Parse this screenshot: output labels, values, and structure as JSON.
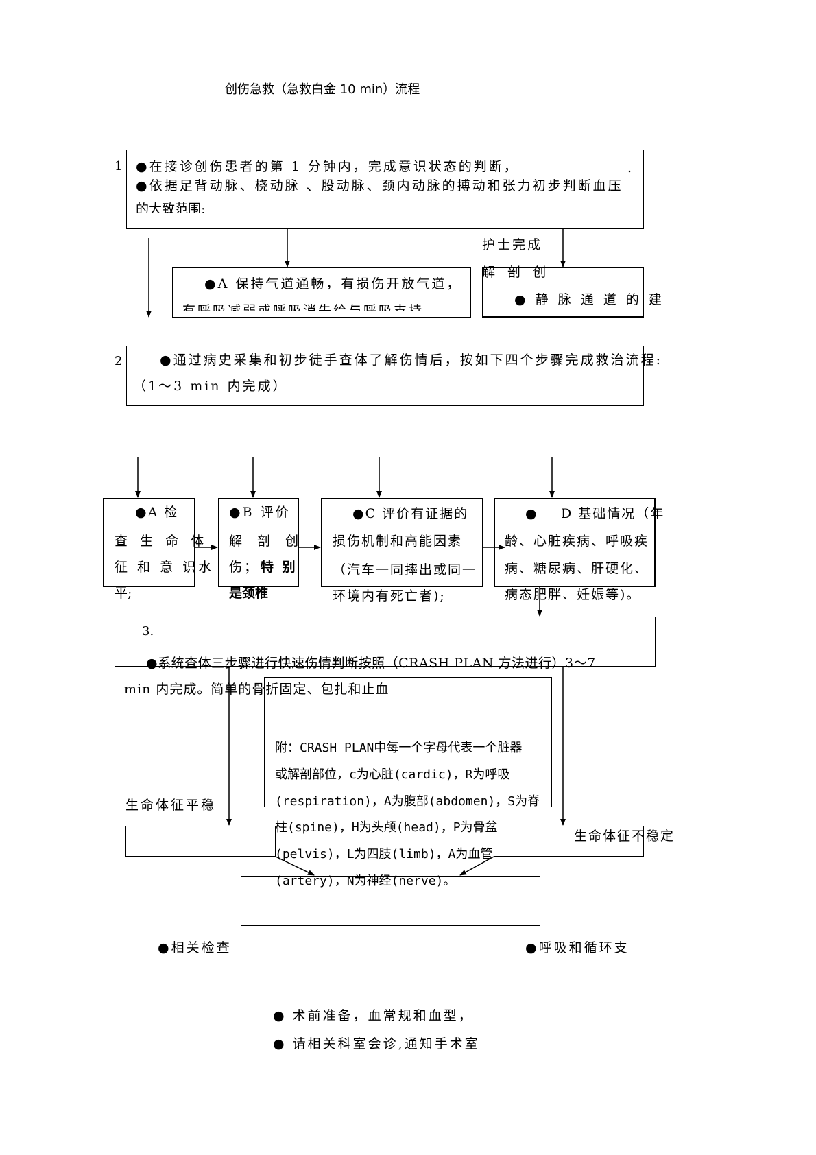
{
  "title": "创伤急救（急救白金 10 min）流程",
  "step1": {
    "number": "1",
    "line1": "●在接诊创伤患者的第  1 分钟内，完成意识状态的判断，",
    "line2": "●依据足背动脉、桡动脉 、股动脉、颈内动脉的搏动和张力初步判断血压",
    "line3": "的大致范围;",
    "dot": "."
  },
  "airway": {
    "line1": "●A 保持气道通畅，有损伤开放气道，",
    "line2": "有呼吸减弱或呼吸消失给与呼吸支持"
  },
  "nurse": {
    "line1": "护士完成",
    "line2": "解 剖 创",
    "line3": "● 静 脉 通 道 的 建"
  },
  "step2": {
    "number": "2",
    "line1": "●通过病史采集和初步徒手查体了解伤情后，按如下四个步骤完成救治流程:",
    "line2": "（1～3 min 内完成）"
  },
  "steps": {
    "a": {
      "l1": "●A   检",
      "l2": "查 生 命 体",
      "l3": "征 和 意 识水",
      "l4": "平;"
    },
    "b": {
      "l1": "●B 评价",
      "l2": "解  剖  创",
      "l3": "伤；",
      "l3b": "特 别",
      "l4": "是颈椎"
    },
    "c": {
      "l1": "●C 评价有证据的",
      "l2": "损伤机制和高能因素",
      "l3": "（汽车一同摔出或同一",
      "l4": "环境内有死亡者);"
    },
    "d": {
      "l1": "●",
      "l1b": "D 基础情况（年",
      "l2": "龄、心脏疾病、呼吸疾",
      "l3": "病、糖尿病、肝硬化、",
      "l4": "病态肥胖、妊娠等)。"
    }
  },
  "step3": {
    "number": "3.",
    "line1": "●系统查体三步骤进行快速伤情判断按照（CRASH PLAN 方法进行）3～7",
    "line2": "min 内完成。简单的骨折固定、包扎和止血"
  },
  "note": {
    "l1": "附：CRASH PLAN中每一个字母代表一个脏器",
    "l2": "或解剖部位，c为心脏(cardic)，R为呼吸",
    "l3": "(respiration)，A为腹部(abdomen)，S为脊",
    "l4": "柱(spine)，H为头颅(head)，P为骨盆",
    "l5": "(pelvis)，L为四肢(limb)，A为血管",
    "l6": "(artery)，N为神经(nerve)。"
  },
  "stable": "生命体征平稳",
  "unstable": "生命体征不稳定",
  "checks": "●相关检查",
  "support": "●呼吸和循环支",
  "pre_op_1": "●   术前准备，血常规和血型，",
  "pre_op_2": "●   请相关科室会诊,通知手术室"
}
